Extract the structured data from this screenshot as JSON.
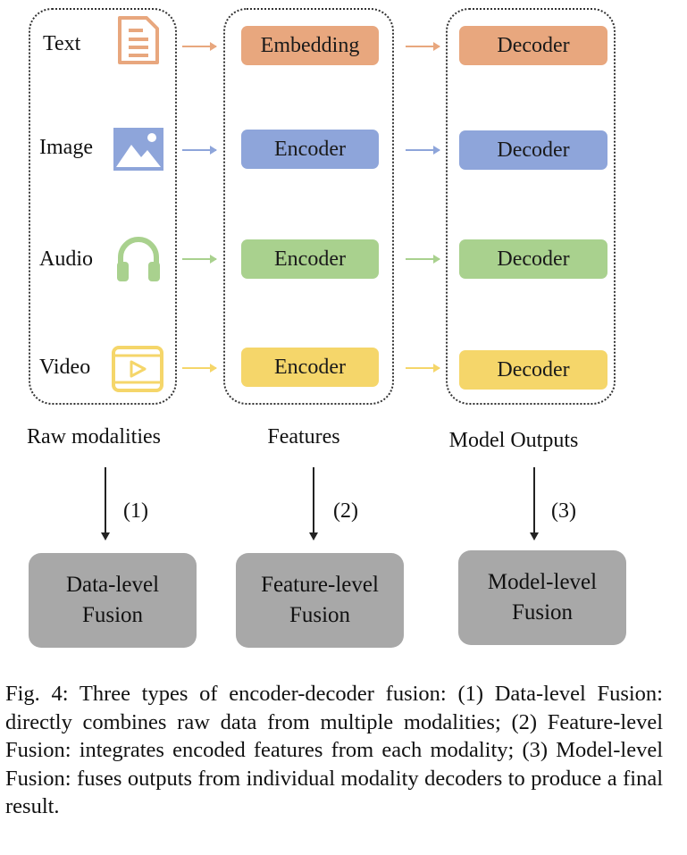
{
  "modalities": [
    {
      "label": "Text",
      "icon": "document-icon",
      "color": "#E8A77E"
    },
    {
      "label": "Image",
      "icon": "image-icon",
      "color": "#8EA5DA"
    },
    {
      "label": "Audio",
      "icon": "headphones-icon",
      "color": "#A9D18E"
    },
    {
      "label": "Video",
      "icon": "video-icon",
      "color": "#F5D66A"
    }
  ],
  "features": [
    "Embedding",
    "Encoder",
    "Encoder",
    "Encoder"
  ],
  "outputs": [
    "Decoder",
    "Decoder",
    "Decoder",
    "Decoder"
  ],
  "column_labels": [
    "Raw modalities",
    "Features",
    "Model Outputs"
  ],
  "steps": [
    "(1)",
    "(2)",
    "(3)"
  ],
  "fusions": [
    {
      "line1": "Data-level",
      "line2": "Fusion"
    },
    {
      "line1": "Feature-level",
      "line2": "Fusion"
    },
    {
      "line1": "Model-level",
      "line2": "Fusion"
    }
  ],
  "caption": "Fig. 4: Three types of encoder-decoder fusion: (1) Data-level Fusion: directly combines raw data from multiple modalities; (2) Feature-level Fusion: integrates encoded features from each modality; (3) Model-level Fusion: fuses outputs from individual modality decoders to produce a final result."
}
